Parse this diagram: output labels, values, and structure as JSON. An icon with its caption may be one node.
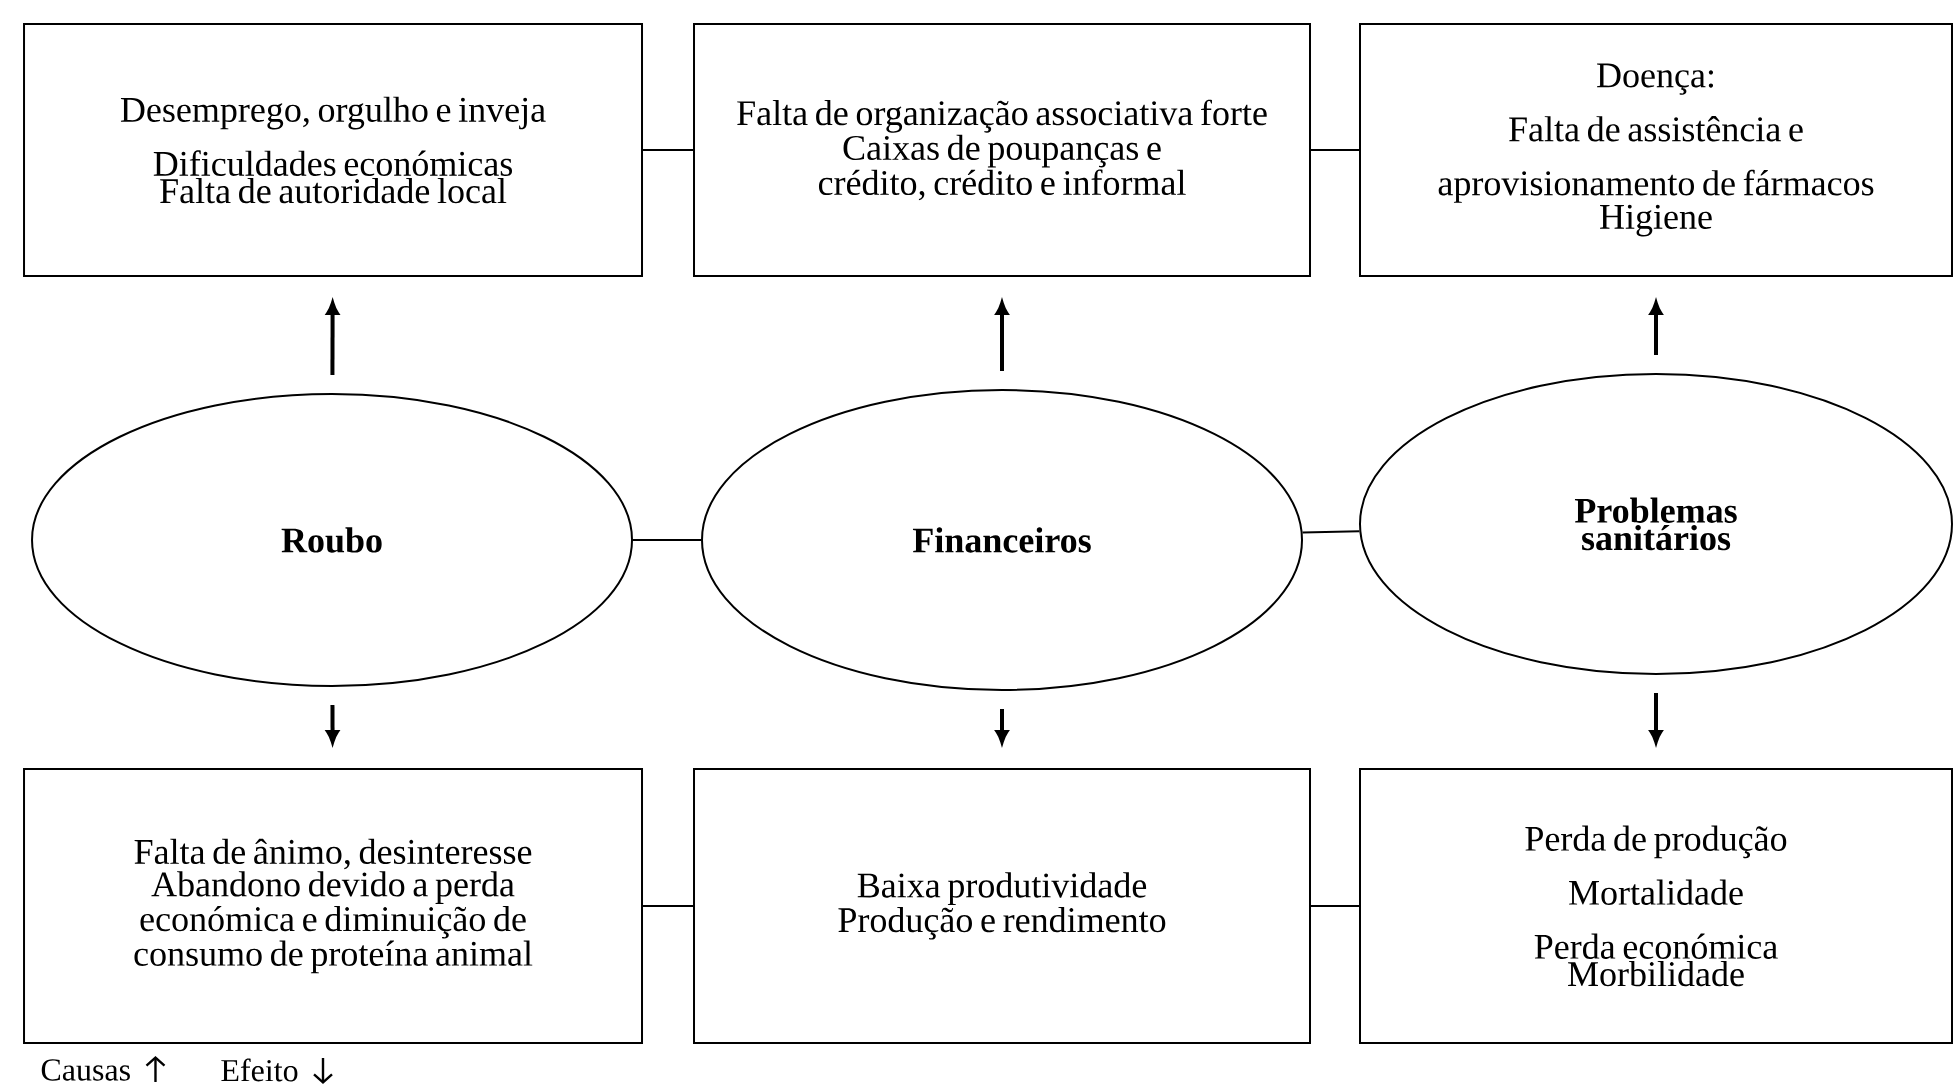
{
  "diagram": {
    "nodes": [
      {
        "text": [
          "Desemprego, orgulho e inveja",
          "Dificuldades económicas",
          "Falta de autoridade local"
        ]
      },
      {
        "text": [
          "Falta de organização associativa forte",
          "Caixas de poupanças e crédito, crédito e informal"
        ]
      },
      {
        "text": [
          "Doença:",
          "Falta de assistência e aprovisionamento de fármacos",
          "Higiene"
        ]
      },
      {
        "text": [
          "Roubo"
        ]
      },
      {
        "text": [
          "Financeiros"
        ]
      },
      {
        "text": [
          "Problemas sanitários"
        ]
      },
      {
        "text": [
          "Falta de ânimo, desinteresse",
          "Abandono devido a perda económica e diminuição de consumo de proteína animal"
        ]
      },
      {
        "text": [
          "Baixa produtividade",
          "Produção e rendimento"
        ]
      },
      {
        "text": [
          "Perda de produção",
          "Mortalidade",
          "Perda económica",
          "Morbilidade"
        ]
      }
    ],
    "edges": [
      {
        "from": 0,
        "to": 1,
        "arrow": "none"
      },
      {
        "from": 1,
        "to": 2,
        "arrow": "none"
      },
      {
        "from": 3,
        "to": 0,
        "arrow": "to"
      },
      {
        "from": 4,
        "to": 1,
        "arrow": "to"
      },
      {
        "from": 5,
        "to": 2,
        "arrow": "to"
      },
      {
        "from": 3,
        "to": 4,
        "arrow": "none"
      },
      {
        "from": 4,
        "to": 5,
        "arrow": "none"
      },
      {
        "from": 3,
        "to": 6,
        "arrow": "to"
      },
      {
        "from": 4,
        "to": 7,
        "arrow": "to"
      },
      {
        "from": 5,
        "to": 8,
        "arrow": "to"
      },
      {
        "from": 6,
        "to": 7,
        "arrow": "none"
      },
      {
        "from": 7,
        "to": 8,
        "arrow": "none"
      }
    ],
    "legend": [
      {
        "text": "Causas"
      },
      {
        "text": "Efeito"
      }
    ]
  }
}
